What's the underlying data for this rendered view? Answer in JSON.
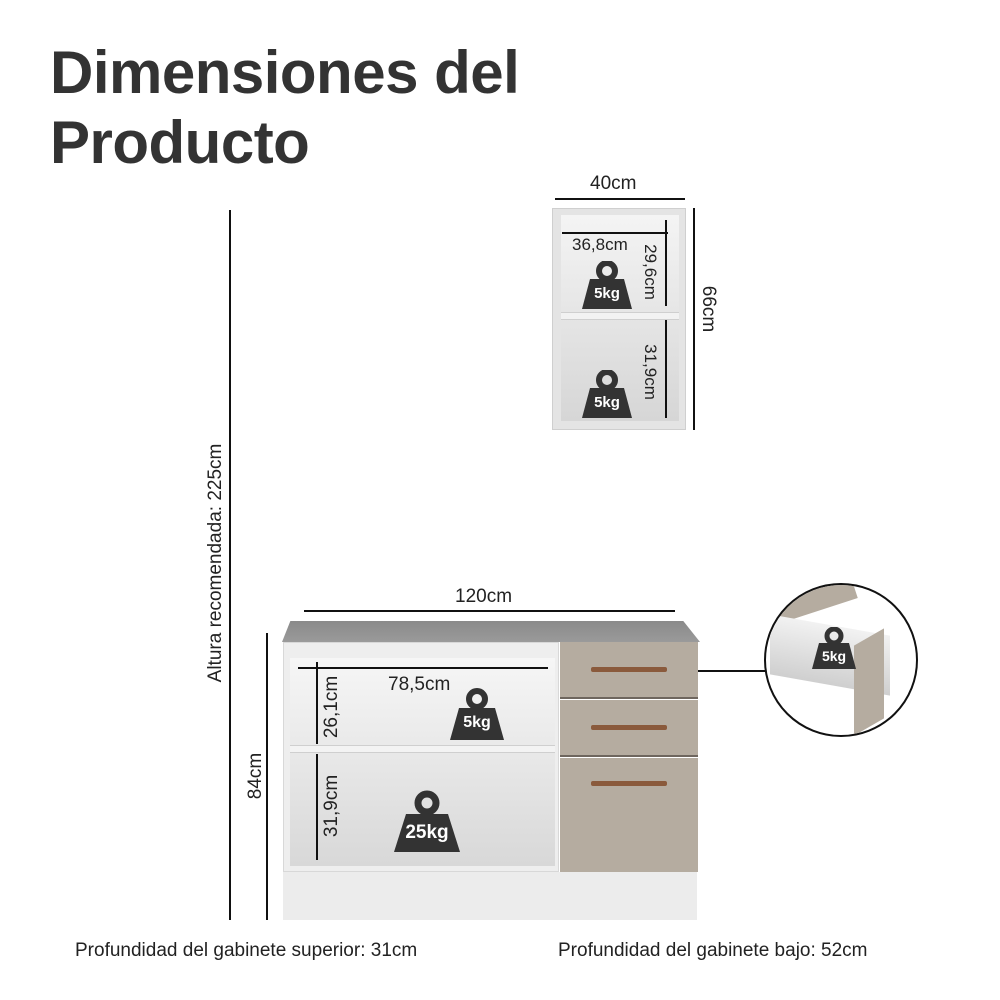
{
  "title": {
    "line1": "Dimensiones del",
    "line2": "Producto"
  },
  "upper_cabinet": {
    "width_label": "40cm",
    "height_label": "66cm",
    "inner_width_label": "36,8cm",
    "top_compartment_height": "29,6cm",
    "bottom_compartment_height": "31,9cm",
    "top_shelf_weight": "5kg",
    "bottom_shelf_weight": "5kg"
  },
  "recommended_height_label": "Altura recomendada: 225cm",
  "lower_cabinet": {
    "width_label": "120cm",
    "height_label": "84cm",
    "inner_width_label": "78,5cm",
    "top_compartment_height": "26,1cm",
    "bottom_compartment_height": "31,9cm",
    "top_shelf_weight": "5kg",
    "bottom_shelf_weight": "25kg",
    "drawers": 3,
    "drawer_detail_weight": "5kg"
  },
  "footer": {
    "upper_depth": "Profundidad del gabinete superior: 31cm",
    "lower_depth": "Profundidad del gabinete bajo: 52cm"
  },
  "colors": {
    "title": "#333333",
    "drawer_front": "#b5aca0",
    "handle": "#8a5a3c",
    "countertop": "#8f8f8f",
    "weight_icon": "#333333"
  }
}
